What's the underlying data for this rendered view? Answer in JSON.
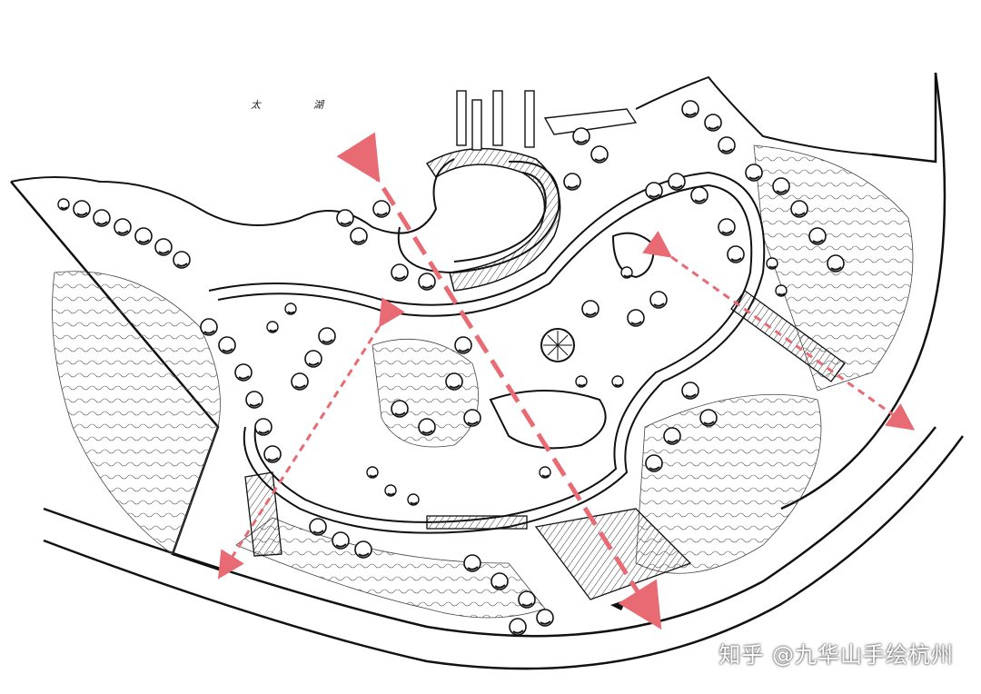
{
  "map": {
    "lake_label_1": "太",
    "lake_label_2": "湖",
    "watermark": "知乎 @九华山手绘杭州"
  },
  "colors": {
    "ink": "#1a1a1a",
    "arrow": "#e86a73",
    "paper": "#ffffff"
  },
  "icons": [
    "circular-pavilion-icon",
    "north-marker-icon",
    "tree-canopy-icon"
  ]
}
